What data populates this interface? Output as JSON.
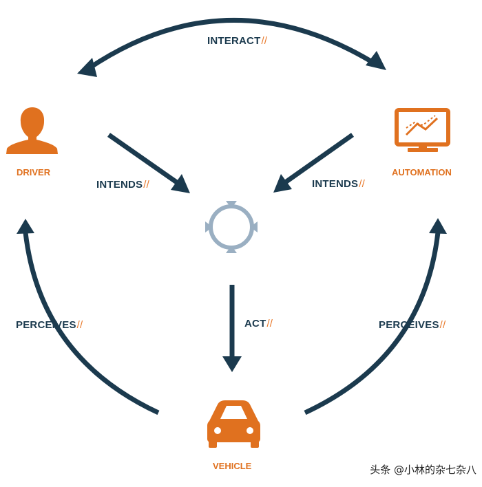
{
  "colors": {
    "arrow": "#1b3a4e",
    "node": "#e0711f",
    "cycle": "#9aafc2",
    "slash": "#e8792b"
  },
  "nodes": {
    "driver": {
      "label": "DRIVER",
      "icon": "person-icon"
    },
    "automation": {
      "label": "AUTOMATION",
      "icon": "monitor-chart-icon"
    },
    "vehicle": {
      "label": "VEHICLE",
      "icon": "car-icon"
    },
    "center": {
      "icon": "cycle-icon"
    }
  },
  "edges": {
    "interact": {
      "text": "INTERACT",
      "suffix": "//"
    },
    "intends_left": {
      "text": "INTENDS",
      "suffix": "//"
    },
    "intends_right": {
      "text": "INTENDS",
      "suffix": "//"
    },
    "act": {
      "text": "ACT",
      "suffix": "//"
    },
    "perceives_left": {
      "text": "PERCEIVES",
      "suffix": "//"
    },
    "perceives_right": {
      "text": "PERCEIVES",
      "suffix": "//"
    }
  },
  "watermark": "头条 @小林的杂七杂八"
}
